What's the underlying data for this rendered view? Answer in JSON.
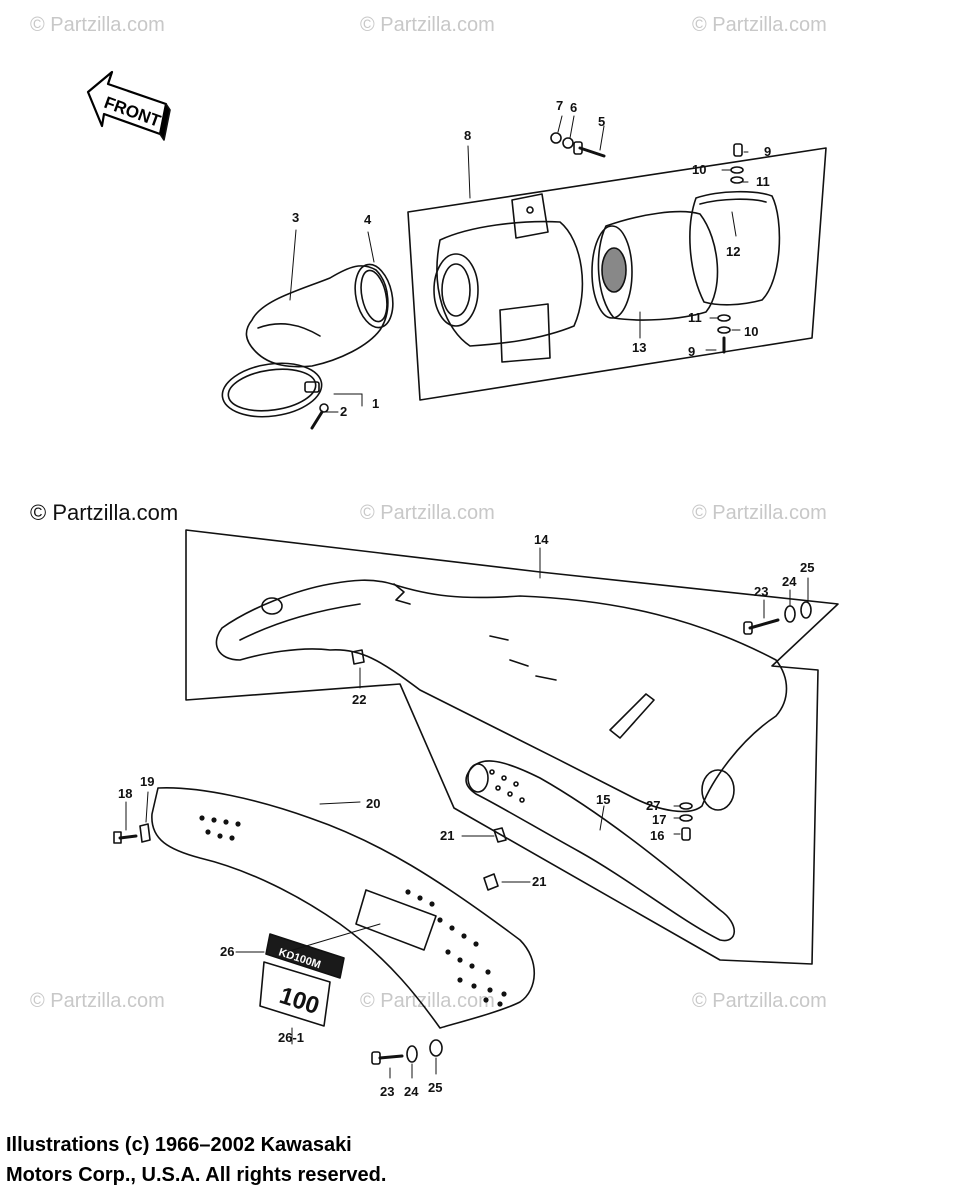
{
  "watermarks": {
    "faded": "© Partzilla.com",
    "strong": "© Partzilla.com"
  },
  "front_arrow_label": "FRONT",
  "callouts": {
    "c1": "1",
    "c2": "2",
    "c3": "3",
    "c4": "4",
    "c5": "5",
    "c6": "6",
    "c7": "7",
    "c8": "8",
    "c9a": "9",
    "c9b": "9",
    "c10a": "10",
    "c10b": "10",
    "c11a": "11",
    "c11b": "11",
    "c12": "12",
    "c13": "13",
    "c14": "14",
    "c15": "15",
    "c16": "16",
    "c17": "17",
    "c18": "18",
    "c19": "19",
    "c20": "20",
    "c21a": "21",
    "c21b": "21",
    "c22": "22",
    "c23a": "23",
    "c23b": "23",
    "c24a": "24",
    "c24b": "24",
    "c25a": "25",
    "c25b": "25",
    "c26": "26",
    "c26_1": "26-1",
    "c27": "27"
  },
  "badges": {
    "emblem_text": "KD100M",
    "number_text": "100"
  },
  "copyright": {
    "line1": "Illustrations (c) 1966–2002 Kawasaki",
    "line2": "Motors Corp., U.S.A.  All rights reserved."
  }
}
